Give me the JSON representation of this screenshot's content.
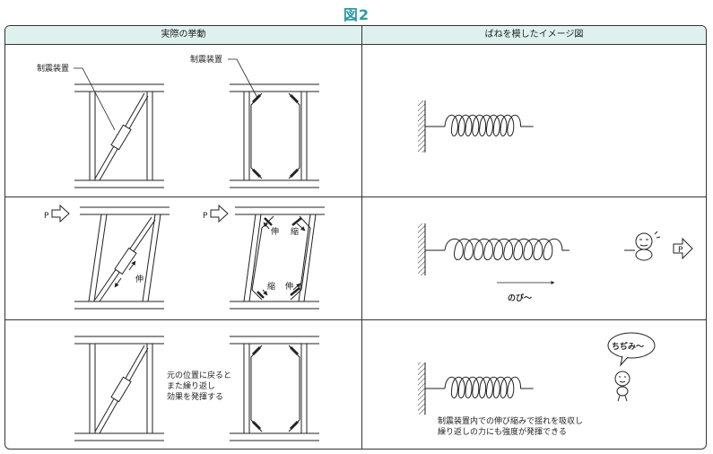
{
  "title": "図2",
  "headers": {
    "left": "実際の挙動",
    "right": "ばねを模したイメージ図"
  },
  "rows": [
    {
      "device_label_a": "制震装置",
      "device_label_b": "制震装置"
    },
    {
      "force_a": "P",
      "force_b": "P",
      "force_spring": "P",
      "extend_a": "伸",
      "top_extend": "伸",
      "top_shrink": "縮",
      "bottom_shrink": "縮",
      "bottom_extend": "伸",
      "stretch_caption": "のび〜"
    },
    {
      "note_line1": "元の位置に戻ると",
      "note_line2": "また繰り返し",
      "note_line3": "効果を発揮する",
      "shrink_bubble": "ちぢみ〜",
      "caption_line1": "制震装置内での伸び縮みで揺れを吸収し",
      "caption_line2": "繰り返しの力にも強度が発揮できる"
    }
  ]
}
